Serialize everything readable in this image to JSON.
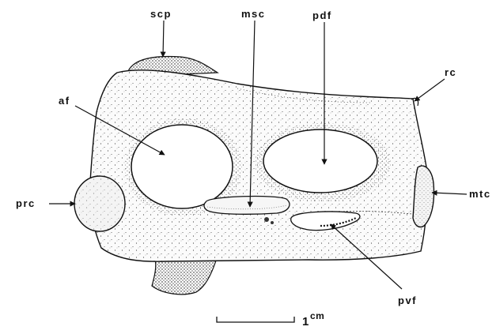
{
  "labels": {
    "scp": "scp",
    "msc": "msc",
    "pdf": "pdf",
    "af": "af",
    "rc": "rc",
    "prc": "prc",
    "mtc": "mtc",
    "pvf": "pvf"
  },
  "scale_bar": {
    "value": "1",
    "unit": "cm"
  }
}
